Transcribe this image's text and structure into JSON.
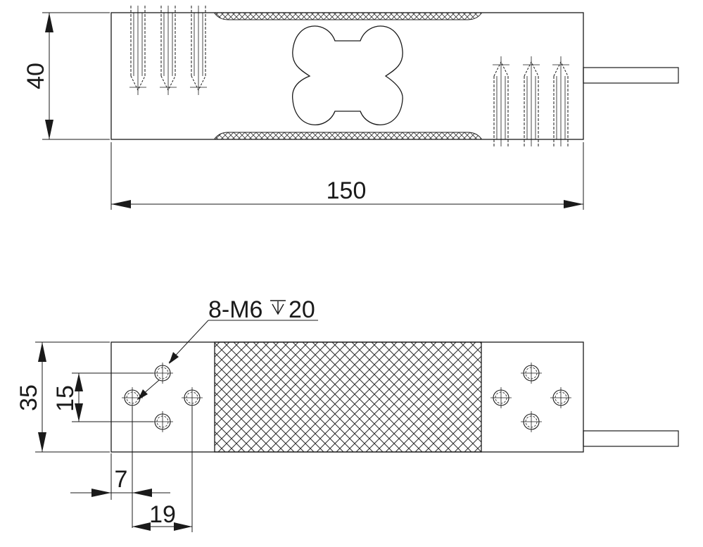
{
  "drawing": {
    "front_view": {
      "height_label": "40",
      "length_label": "150"
    },
    "top_view": {
      "width_label": "35",
      "hole_spacing_label": "15",
      "edge_offset_label": "7",
      "hole_offset_label": "19",
      "callout_label": "8-M6",
      "callout_depth_label": "20"
    }
  }
}
